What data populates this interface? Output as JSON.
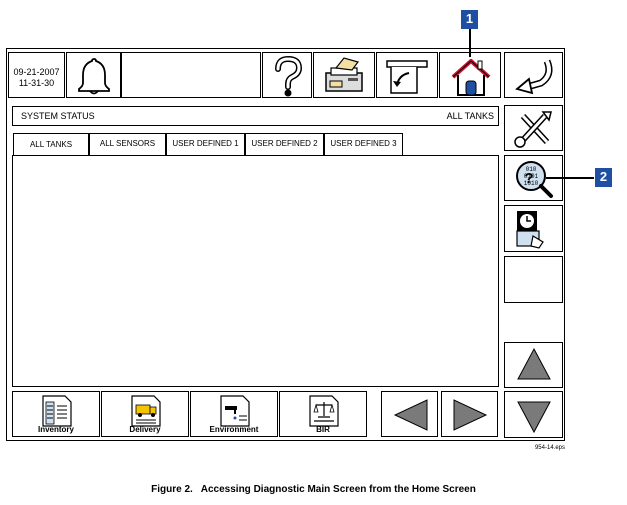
{
  "header": {
    "date": "09-21-2007",
    "time": "11-31-30"
  },
  "toolbar": {
    "alarm_icon": "bell-icon",
    "help_icon": "question-mark-icon",
    "print_icon": "printer-icon",
    "paper_feed_icon": "paper-feed-icon",
    "home_icon": "home-icon",
    "back_icon": "back-arrow-icon"
  },
  "status_bar": {
    "title": "SYSTEM STATUS",
    "scope": "ALL TANKS"
  },
  "tabs": [
    {
      "label": "ALL TANKS"
    },
    {
      "label": "ALL SENSORS"
    },
    {
      "label": "USER DEFINED 1"
    },
    {
      "label": "USER DEFINED 2"
    },
    {
      "label": "USER DEFINED 3"
    }
  ],
  "side_buttons": {
    "setup_icon": "tools-icon",
    "diagnostics_icon": "diagnostic-magnifier-icon",
    "reports_icon": "clock-report-icon",
    "scroll_up_icon": "up-arrow-icon",
    "scroll_down_icon": "down-arrow-icon"
  },
  "bottom_buttons": [
    {
      "label": "Inventory"
    },
    {
      "label": "Delivery"
    },
    {
      "label": "Environment"
    },
    {
      "label": "BIR"
    }
  ],
  "nav": {
    "prev_icon": "left-arrow-icon",
    "next_icon": "right-arrow-icon"
  },
  "callouts": {
    "one": "1",
    "two": "2"
  },
  "figure_id": "954-14.eps",
  "caption": "Figure 2.   Accessing Diagnostic Main Screen from the Home Screen",
  "colors": {
    "callout_bg": "#1f4fa3",
    "roof_red": "#c8102e",
    "arrow_gray": "#7a7a7a"
  }
}
